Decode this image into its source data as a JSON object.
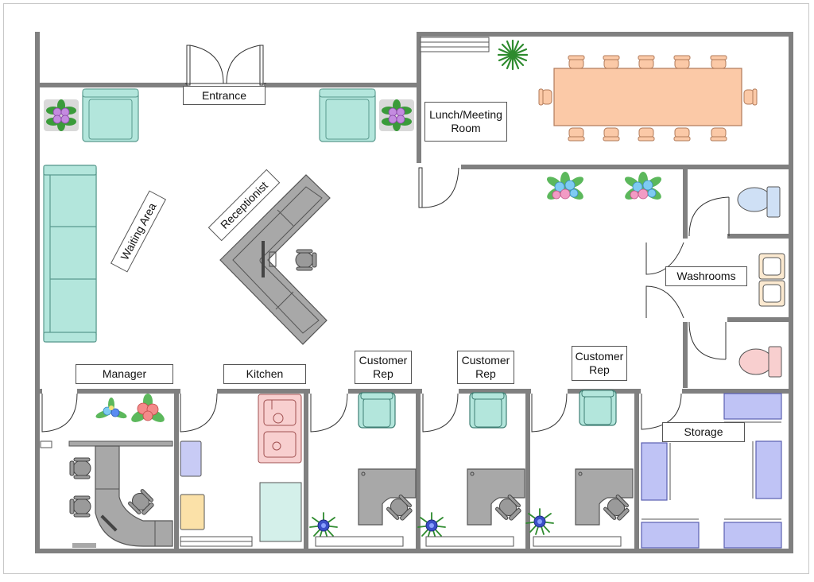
{
  "labels": {
    "entrance": "Entrance",
    "lunch_meeting_room": "Lunch/Meeting\nRoom",
    "waiting_area": "Waiting Area",
    "receptionist": "Receptionist",
    "washrooms": "Washrooms",
    "manager": "Manager",
    "kitchen": "Kitchen",
    "customer_rep_1": "Customer\nRep",
    "customer_rep_2": "Customer\nRep",
    "customer_rep_3": "Customer\nRep",
    "storage": "Storage"
  },
  "colors": {
    "wall": "#808080",
    "furniture_teal": "#b3e6dc",
    "table_peach": "#fbc9a7",
    "desk_gray": "#a8a8a8",
    "sink_pink": "#f8cfcf",
    "storage_blue": "#bfc3f5",
    "cabinet_yellow": "#fbe1a8",
    "plant_green": "#4caf50",
    "toilet_blue": "#cfe0f5"
  }
}
